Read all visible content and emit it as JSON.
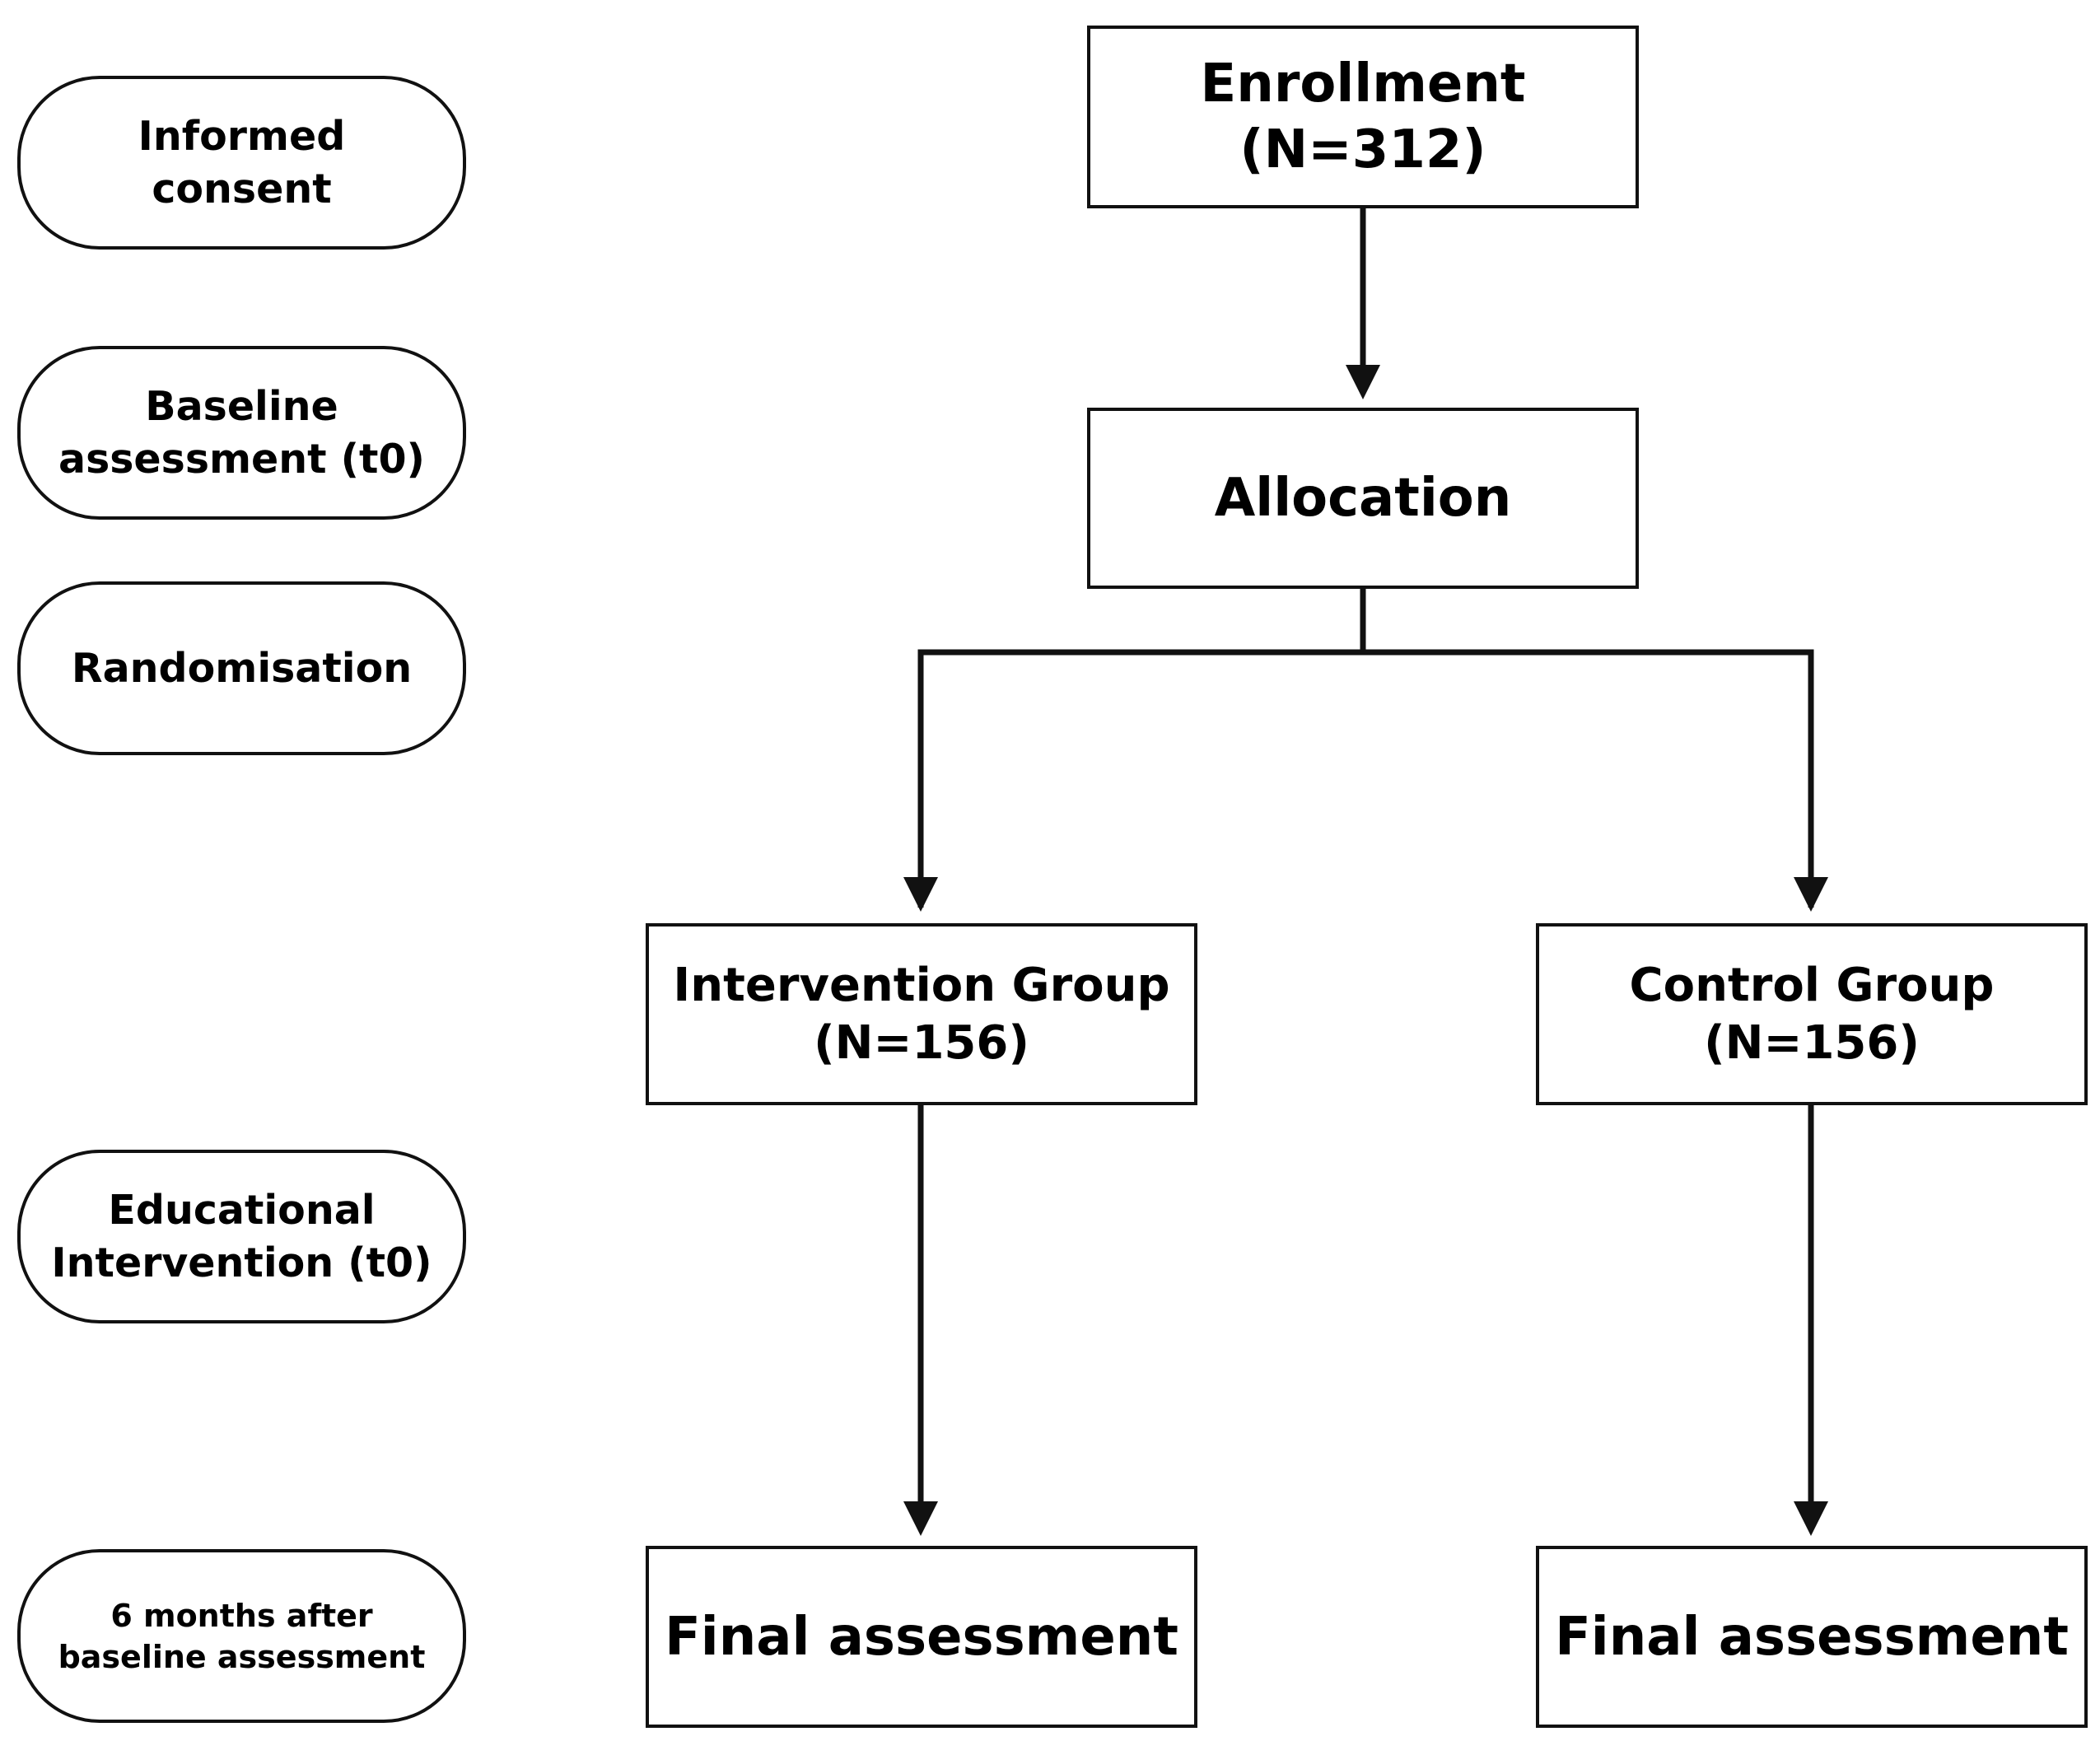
{
  "timeline": {
    "informed_consent": [
      "Informed",
      "consent"
    ],
    "baseline_assessment": [
      "Baseline",
      "assessment (t0)"
    ],
    "randomisation": [
      "Randomisation"
    ],
    "educational_intervention": [
      "Educational",
      "Intervention (t0)"
    ],
    "six_months": [
      "6 months after",
      "baseline assessment"
    ]
  },
  "flow": {
    "enrollment": "Enrollment (N=312)",
    "allocation": "Allocation",
    "intervention_group": [
      "Intervention Group",
      "(N=156)"
    ],
    "control_group": [
      "Control Group",
      "(N=156)"
    ],
    "final_assessment_intervention": "Final assessment",
    "final_assessment_control": "Final assessment"
  },
  "colors": {
    "stroke": "#111111",
    "background": "#ffffff"
  }
}
